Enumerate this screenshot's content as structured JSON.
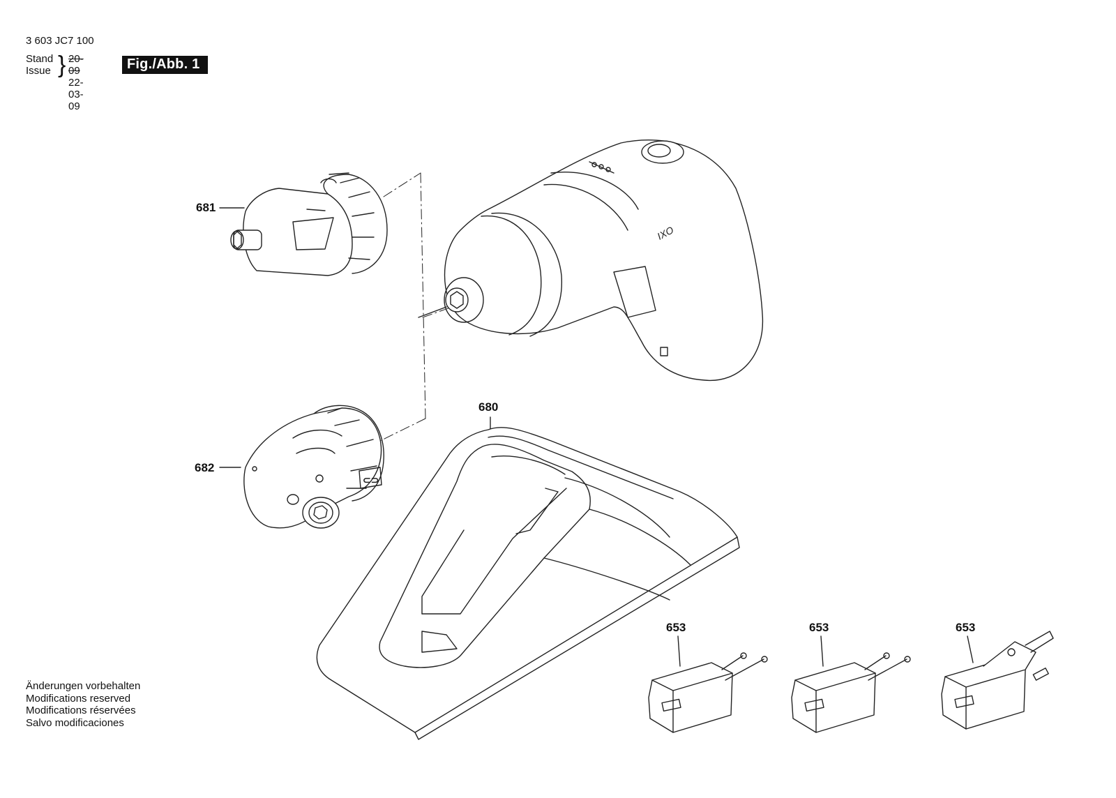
{
  "header": {
    "doc_number": "3 603 JC7 100",
    "stand_label": "Stand",
    "issue_label": "Issue",
    "stand_date_struck": "20-09",
    "issue_date": "22-03-09",
    "fig_label": "Fig./Abb. 1"
  },
  "notes": [
    "Änderungen vorbehalten",
    "Modifications reserved",
    "Modifications réservées",
    "Salvo modificaciones"
  ],
  "parts": {
    "p681": "681",
    "p682": "682",
    "p680": "680",
    "p653a": "653",
    "p653b": "653",
    "p653c": "653"
  },
  "drawing": {
    "tool_logo": "IXO",
    "stroke_color": "#222222"
  }
}
